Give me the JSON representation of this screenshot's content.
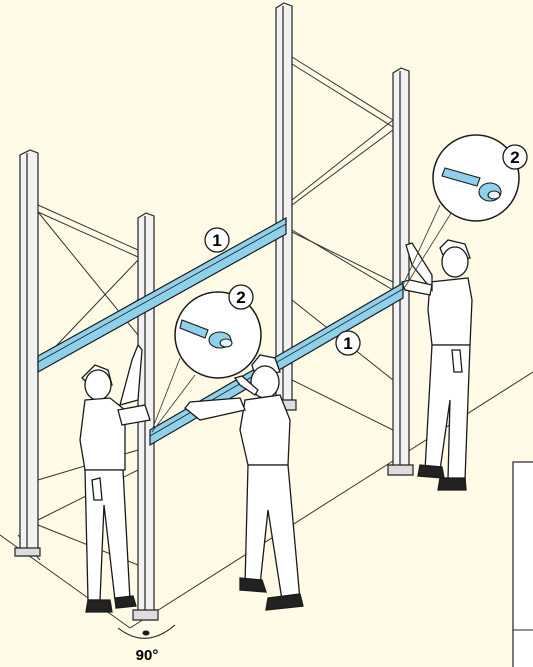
{
  "callouts": [
    {
      "id": "beam-upper",
      "label": "1"
    },
    {
      "id": "beam-lower",
      "label": "1"
    },
    {
      "id": "pin-left",
      "label": "2"
    },
    {
      "id": "pin-right",
      "label": "2"
    }
  ],
  "angle_label": "90°",
  "colors": {
    "background": "#fffbe6",
    "beam": "#8fd0ea",
    "line": "#1a1a1a",
    "figure_fill": "#ffffff",
    "upright_fill": "#f2f2f2"
  },
  "icons": [
    "safety-pin-icon",
    "right-angle-icon"
  ]
}
